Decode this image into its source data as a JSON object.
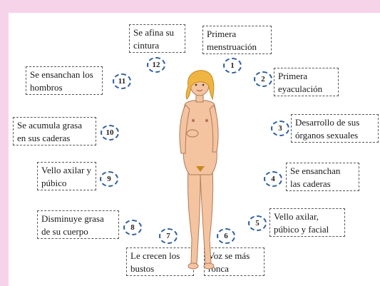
{
  "labels": [
    {
      "n": "1",
      "text": "Primera\nmenstruación"
    },
    {
      "n": "2",
      "text": "Primera\neyaculación"
    },
    {
      "n": "3",
      "text": "Desarrollo de sus\nórganos sexuales"
    },
    {
      "n": "4",
      "text": "Se ensanchan\nlas caderas"
    },
    {
      "n": "5",
      "text": "Vello axilar,\npúbico y facial"
    },
    {
      "n": "6",
      "text": "Voz se más\nronca"
    },
    {
      "n": "7",
      "text": "Le crecen los\nbustos"
    },
    {
      "n": "8",
      "text": "Disminuye grasa\nde su cuerpo"
    },
    {
      "n": "9",
      "text": "Vello axilar y\npúbico"
    },
    {
      "n": "10",
      "text": "Se acumula grasa\nen sus caderas"
    },
    {
      "n": "11",
      "text": "Se ensanchan los\nhombros"
    },
    {
      "n": "12",
      "text": "Se afina su\ncintura"
    }
  ],
  "colors": {
    "background": "#f7d3ea",
    "circle": "#2f5fa0",
    "skin": "#f4c4a0",
    "hair": "#f0b442"
  }
}
